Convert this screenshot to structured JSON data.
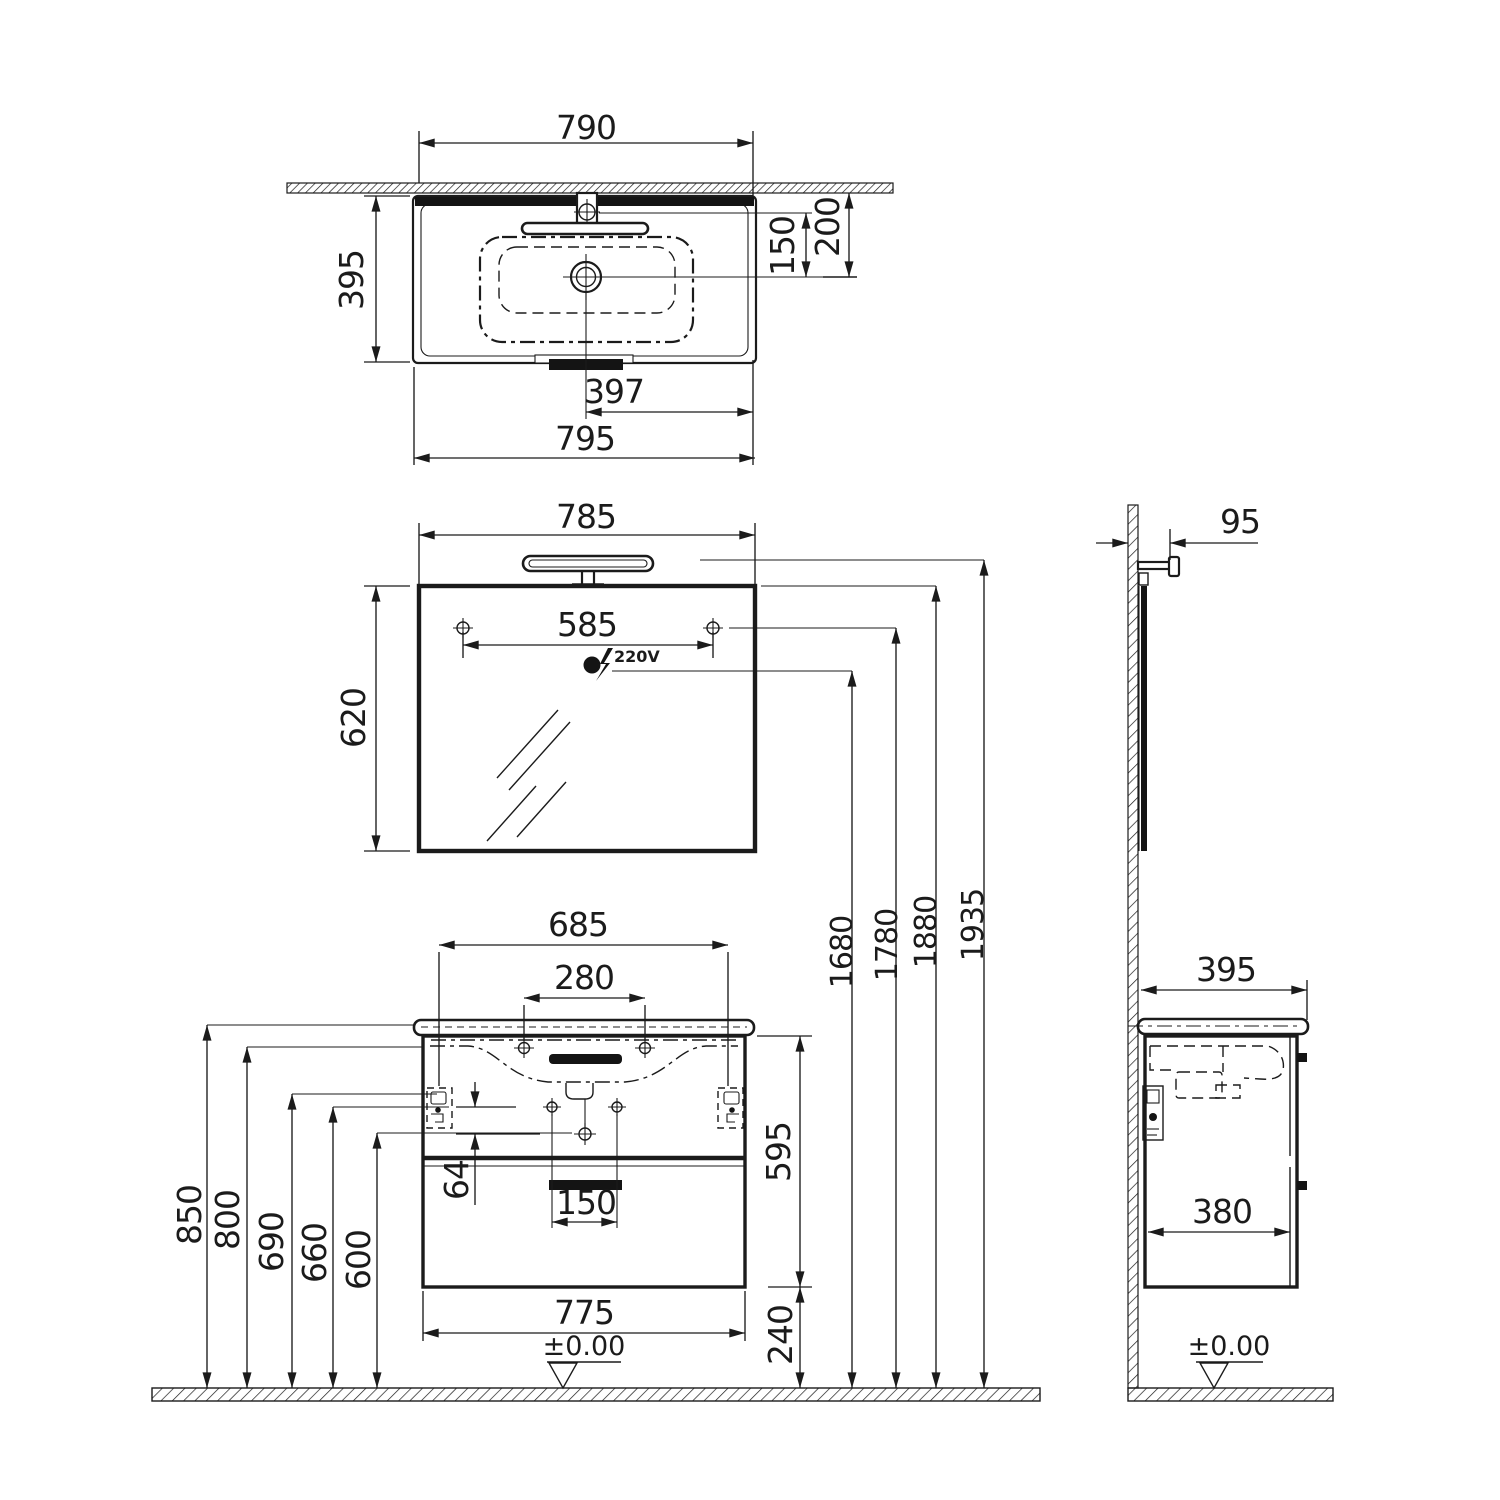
{
  "colors": {
    "ink": "#1b1b1b",
    "background": "#ffffff"
  },
  "plan_view": {
    "basin_width": "790",
    "basin_depth": "395",
    "tap_to_drain": "150",
    "rear_to_drain": "200",
    "drain_to_side": "397",
    "total_width": "795"
  },
  "mirror_front": {
    "width": "785",
    "fixing_span": "585",
    "height": "620",
    "power_label": "220V"
  },
  "mirror_side": {
    "lamp_projection": "95"
  },
  "cabinet_front": {
    "fixing_span": "685",
    "tap_hole_span": "280",
    "fixing_gap": "64",
    "handle_span": "150",
    "body_height": "595",
    "floor_clearance": "240",
    "body_width": "775",
    "datum_label": "±0.00"
  },
  "floor_heights": {
    "worktop": "850",
    "cabinet_top": "800",
    "bracket_top": "690",
    "bracket_screw": "660",
    "lowest_fixing": "600",
    "socket": "1680",
    "mirror_fixings": "1780",
    "mirror_top": "1880",
    "lamp_top": "1935"
  },
  "cabinet_side": {
    "depth": "395",
    "inner_depth": "380",
    "datum_label": "±0.00"
  }
}
